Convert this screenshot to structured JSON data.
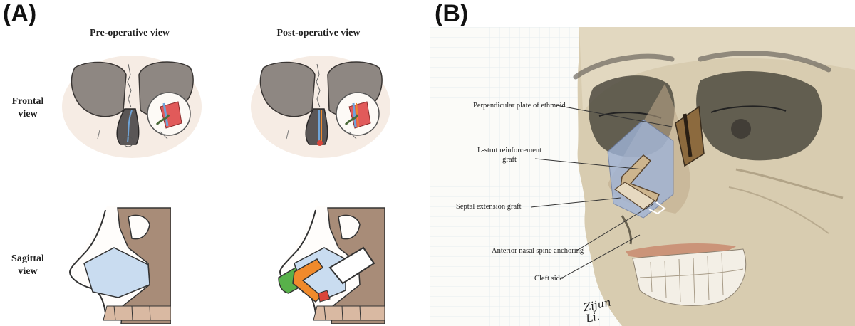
{
  "panel_a": {
    "label": "(A)",
    "columns": [
      "Pre-operative view",
      "Post-operative view"
    ],
    "rows": [
      "Frontal view",
      "Sagittal view"
    ]
  },
  "panel_b": {
    "label": "(B)",
    "callouts": [
      "Perpendicular plate of ethmoid",
      "L-strut reinforcement graft",
      "Septal extension graft",
      "Anterior nasal spine anchoring",
      "Cleft side"
    ],
    "signature": "Zijun Li."
  },
  "colors": {
    "graft_blue": "#c9dcf0",
    "graft_orange": "#f08a2c",
    "graft_green": "#58b14a",
    "graft_red": "#d9453a",
    "bone_brown": "#a88c78",
    "skull_beige": "#d8ccb0"
  }
}
